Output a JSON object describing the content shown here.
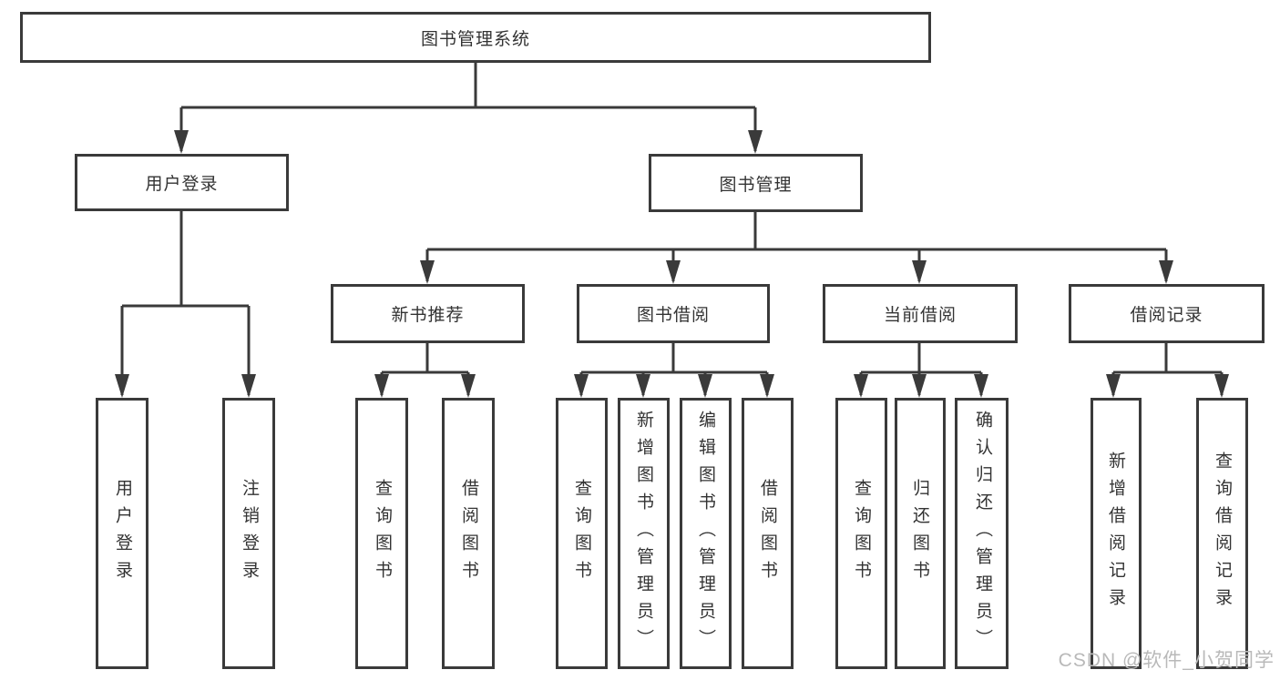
{
  "tree": {
    "root": {
      "label": "图书管理系统"
    },
    "children": [
      {
        "label": "用户登录",
        "children": [
          {
            "label": "用户登录"
          },
          {
            "label": "注销登录"
          }
        ]
      },
      {
        "label": "图书管理",
        "children": [
          {
            "label": "新书推荐",
            "children": [
              {
                "label": "查询图书"
              },
              {
                "label": "借阅图书"
              }
            ]
          },
          {
            "label": "图书借阅",
            "children": [
              {
                "label": "查询图书"
              },
              {
                "label": "新增图书（管理员）"
              },
              {
                "label": "编辑图书（管理员）"
              },
              {
                "label": "借阅图书"
              }
            ]
          },
          {
            "label": "当前借阅",
            "children": [
              {
                "label": "查询图书"
              },
              {
                "label": "归还图书"
              },
              {
                "label": "确认归还（管理员）"
              }
            ]
          },
          {
            "label": "借阅记录",
            "children": [
              {
                "label": "新增借阅记录"
              },
              {
                "label": "查询借阅记录"
              }
            ]
          }
        ]
      }
    ]
  },
  "watermark": {
    "text": "CSDN @软件_小贺同学"
  },
  "colors": {
    "line": "#3a3a3a",
    "text": "#333333",
    "watermark": "#b9b9b9",
    "background": "#ffffff"
  }
}
